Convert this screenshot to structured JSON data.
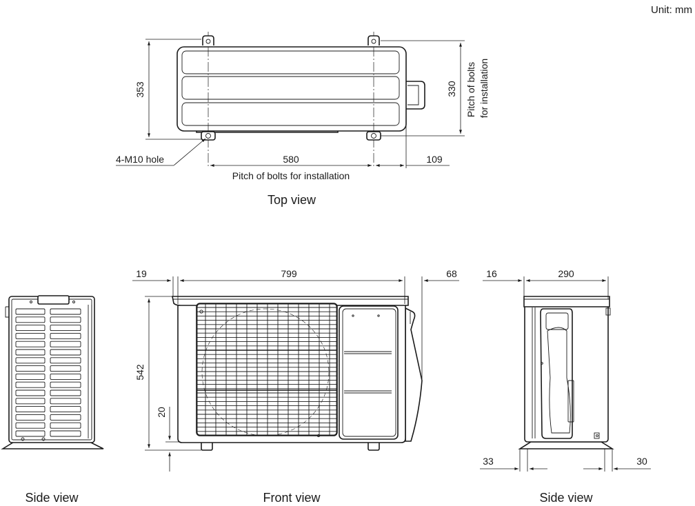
{
  "unit_label": "Unit: mm",
  "views": {
    "top": "Top view",
    "front": "Front view",
    "side_left": "Side view",
    "side_right": "Side view"
  },
  "top_view": {
    "depth_overall": "353",
    "bolt_pitch_depth": "330",
    "bolt_pitch_depth_label_line1": "Pitch of bolts",
    "bolt_pitch_depth_label_line2": "for installation",
    "bolt_pitch_width": "580",
    "right_offset": "109",
    "hole_label": "4-M10 hole",
    "bolt_pitch_width_label": "Pitch of bolts for installation"
  },
  "front_view": {
    "left_offset": "19",
    "width": "799",
    "right_protrusion": "68",
    "height": "542",
    "base_height": "20"
  },
  "side_view_right": {
    "left_offset": "16",
    "depth": "290",
    "foot_left": "33",
    "foot_right": "30"
  }
}
